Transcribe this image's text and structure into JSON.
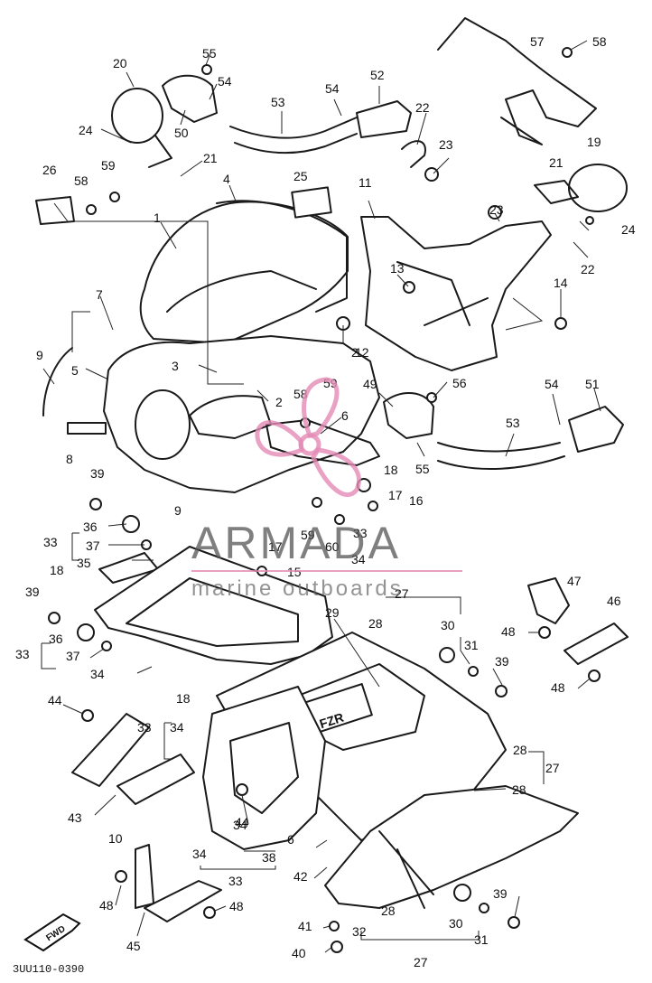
{
  "watermark": {
    "brand": "ARMADA",
    "tagline": "marine outboards",
    "accent_color": "#e48ab5",
    "text_color": "#555555"
  },
  "drawing_number": "3UU110-0390",
  "direction_badge": "FWD",
  "decal_text": "FZR",
  "colors": {
    "line": "#1a1a1a",
    "background": "#ffffff"
  },
  "callouts": [
    "1",
    "2",
    "2",
    "3",
    "4",
    "5",
    "6",
    "6",
    "7",
    "8",
    "9",
    "9",
    "10",
    "11",
    "12",
    "13",
    "14",
    "15",
    "16",
    "17",
    "17",
    "18",
    "18",
    "18",
    "19",
    "20",
    "21",
    "21",
    "22",
    "22",
    "23",
    "23",
    "24",
    "24",
    "25",
    "26",
    "27",
    "27",
    "27",
    "28",
    "28",
    "28",
    "28",
    "29",
    "30",
    "30",
    "31",
    "31",
    "32",
    "33",
    "33",
    "33",
    "33",
    "33",
    "34",
    "34",
    "34",
    "34",
    "34",
    "35",
    "36",
    "36",
    "37",
    "37",
    "38",
    "39",
    "39",
    "39",
    "39",
    "40",
    "41",
    "42",
    "43",
    "44",
    "44",
    "45",
    "46",
    "47",
    "48",
    "48",
    "48",
    "48",
    "49",
    "50",
    "51",
    "52",
    "53",
    "53",
    "54",
    "54",
    "54",
    "55",
    "55",
    "56",
    "57",
    "58",
    "58",
    "58",
    "59",
    "59",
    "59",
    "60"
  ]
}
